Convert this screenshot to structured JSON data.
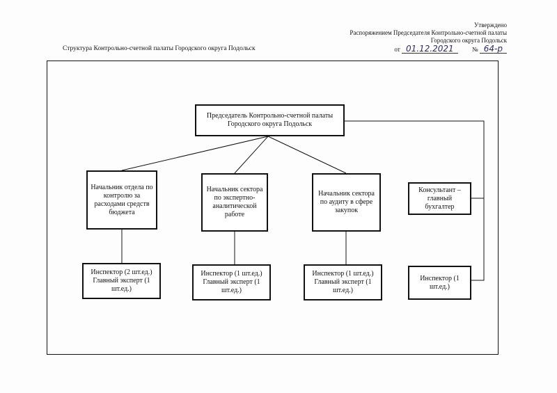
{
  "header": {
    "approval_lines": [
      "Утверждено",
      "Распоряжением Председателя Контрольно-счетной палаты",
      "Городского округа Подольск"
    ],
    "date_prefix": "от",
    "date_value": "01.12.2021",
    "number_prefix": "№",
    "number_value": "64-р"
  },
  "document": {
    "title": "Структура Контрольно-счетной палаты Городского округа Подольск"
  },
  "org_chart": {
    "chairman": "Председатель Контрольно-счетной палаты Городского округа Подольск",
    "heads": [
      "Начальник отдела по контролю за расходами средств бюджета",
      "Начальник сектора по экспертно-аналитической работе",
      "Начальник сектора по аудиту в сфере закупок"
    ],
    "consultant": "Консультант – главный бухгалтер",
    "inspectors": [
      "Инспектор (2 шт.ед.) Главный эксперт (1 шт.ед.)",
      "Инспектор (1 шт.ед.) Главный эксперт (1 шт.ед.)",
      "Инспектор (1 шт.ед.) Главный эксперт (1 шт.ед.)",
      "Инспектор (1 шт.ед.)"
    ]
  }
}
